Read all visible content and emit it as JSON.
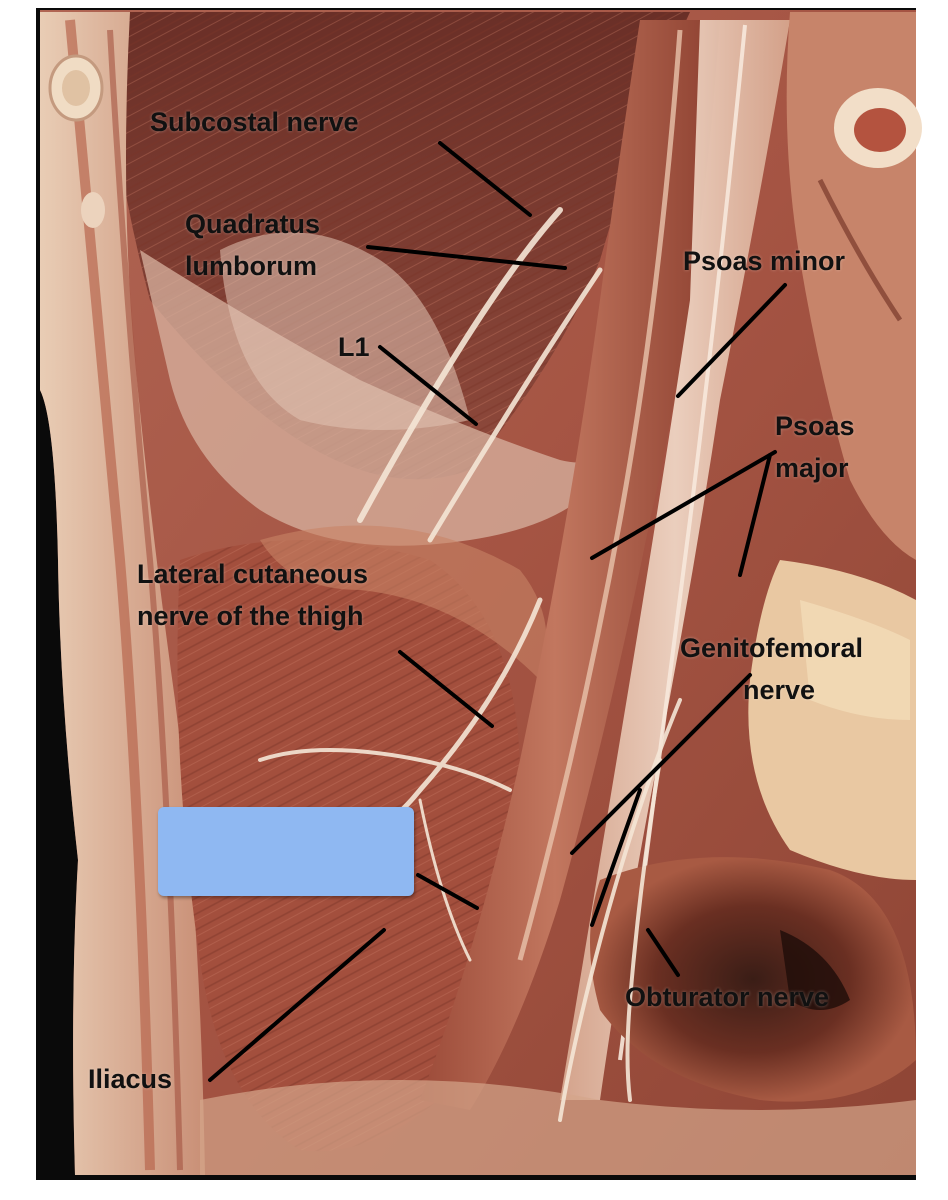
{
  "image": {
    "subject": "dissected posterior abdominal wall showing lumbar plexus nerves and muscles"
  },
  "labels": {
    "subcostal": [
      "Subcostal nerve"
    ],
    "quadratus": [
      "Quadratus",
      "lumborum"
    ],
    "l1": [
      "L1"
    ],
    "psoas_minor": [
      "Psoas minor"
    ],
    "psoas_major": [
      "Psoas",
      "major"
    ],
    "lateral_cutaneous": [
      "Lateral cutaneous",
      "nerve of the thigh"
    ],
    "genitofemoral": [
      "Genitofemoral",
      "nerve"
    ],
    "obturator": [
      "Obturator nerve"
    ],
    "iliacus": [
      "Iliacus"
    ]
  },
  "answer_box": {
    "color": "#8fb8f2",
    "hidden_label": ""
  },
  "colors": {
    "leader_line": "#000000",
    "muscle": "#a0503f",
    "fascia": "#e8cbb6",
    "background": "#0a0a0a"
  }
}
